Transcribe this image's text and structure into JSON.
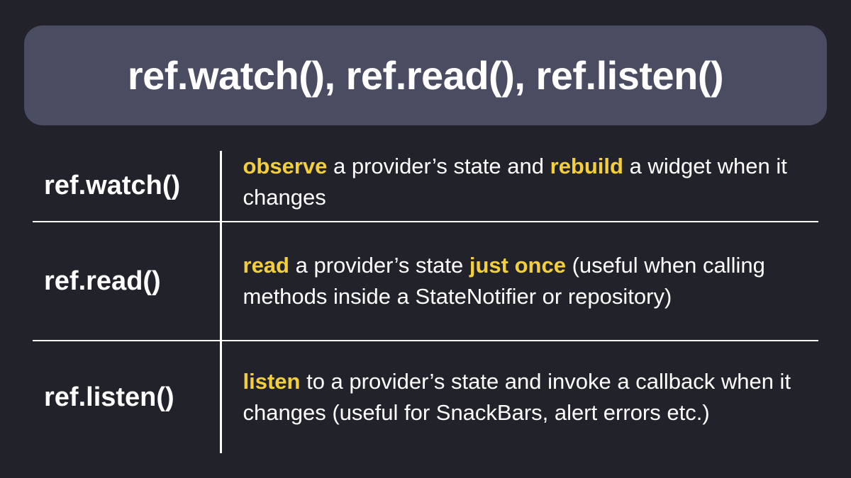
{
  "title": "ref.watch(), ref.read(), ref.listen()",
  "colors": {
    "background": "#22222b",
    "title_box": "#4a4c62",
    "highlight": "#f4cf3a",
    "text": "#ffffff"
  },
  "rows": [
    {
      "method": "ref.watch()",
      "desc": {
        "hl1": "observe",
        "t1": " a provider’s state and ",
        "hl2": "rebuild",
        "t2": " a widget when it changes"
      }
    },
    {
      "method": "ref.read()",
      "desc": {
        "hl1": "read",
        "t1": " a provider’s state ",
        "hl2": "just once",
        "t2": " (useful when calling methods inside a StateNotifier or repository)"
      }
    },
    {
      "method": "ref.listen()",
      "desc": {
        "hl1": "listen",
        "t1": " to a provider’s state and invoke a callback when it changes (useful for SnackBars, alert errors etc.)"
      }
    }
  ]
}
